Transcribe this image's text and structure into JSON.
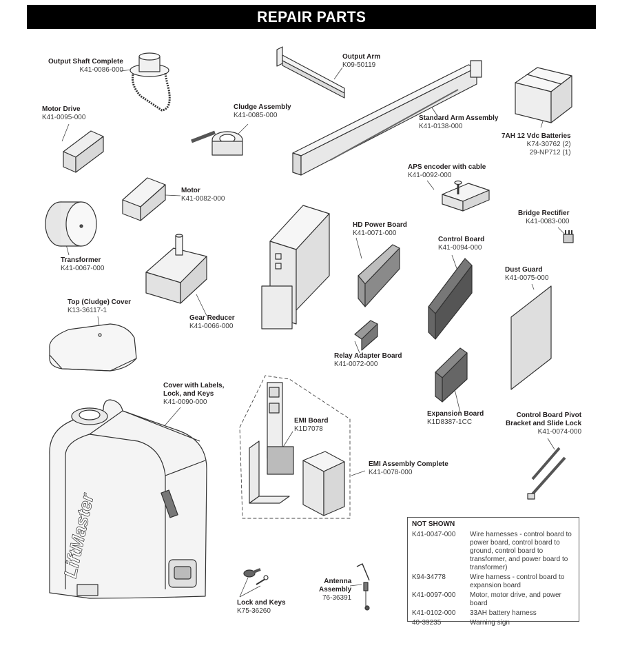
{
  "header": {
    "title": "REPAIR PARTS"
  },
  "parts": [
    {
      "name": "Output Shaft Complete",
      "part": "K41-0086-000"
    },
    {
      "name": "Motor Drive",
      "part": "K41-0095-000"
    },
    {
      "name": "Cludge Assembly",
      "part": "K41-0085-000"
    },
    {
      "name": "Output Arm",
      "part": "K09-50119"
    },
    {
      "name": "Standard Arm Assembly",
      "part": "K41-0138-000"
    },
    {
      "name": "7AH 12 Vdc Batteries",
      "part": "K74-30762 (2)",
      "part2": "29-NP712 (1)"
    },
    {
      "name": "APS encoder with cable",
      "part": "K41-0092-000"
    },
    {
      "name": "Motor",
      "part": "K41-0082-000"
    },
    {
      "name": "Transformer",
      "part": "K41-0067-000"
    },
    {
      "name": "Bridge Rectifier",
      "part": "K41-0083-000"
    },
    {
      "name": "HD Power Board",
      "part": "K41-0071-000"
    },
    {
      "name": "Control Board",
      "part": "K41-0094-000"
    },
    {
      "name": "Dust Guard",
      "part": "K41-0075-000"
    },
    {
      "name": "Top (Cludge) Cover",
      "part": "K13-36117-1"
    },
    {
      "name": "Gear Reducer",
      "part": "K41-0066-000"
    },
    {
      "name": "Relay Adapter Board",
      "part": "K41-0072-000"
    },
    {
      "name": "Cover with Labels,",
      "name2": "Lock, and Keys",
      "part": "K41-0090-000"
    },
    {
      "name": "Expansion Board",
      "part": "K1D8387-1CC"
    },
    {
      "name": "Control Board Pivot",
      "name2": "Bracket and Slide Lock",
      "part": "K41-0074-000"
    },
    {
      "name": "EMI Board",
      "part": "K1D7078"
    },
    {
      "name": "EMI Assembly Complete",
      "part": "K41-0078-000"
    },
    {
      "name": "Lock and Keys",
      "part": "K75-36260"
    },
    {
      "name": "Antenna",
      "name2": "Assembly",
      "part": "76-36391"
    }
  ],
  "not_shown": {
    "title": "NOT SHOWN",
    "rows": [
      {
        "part": "K41-0047-000",
        "desc": "Wire harnesses - control board to power board, control board to ground, control board to transformer, and power board to transformer)"
      },
      {
        "part": "K94-34778",
        "desc": "Wire harness - control board to expansion board"
      },
      {
        "part": "K41-0097-000",
        "desc": "Motor, motor drive, and power board"
      },
      {
        "part": "K41-0102-000",
        "desc": "33AH battery harness"
      },
      {
        "part": "40-39235",
        "desc": "Warning sign"
      }
    ]
  },
  "branding": {
    "logo": "LiftMaster"
  }
}
